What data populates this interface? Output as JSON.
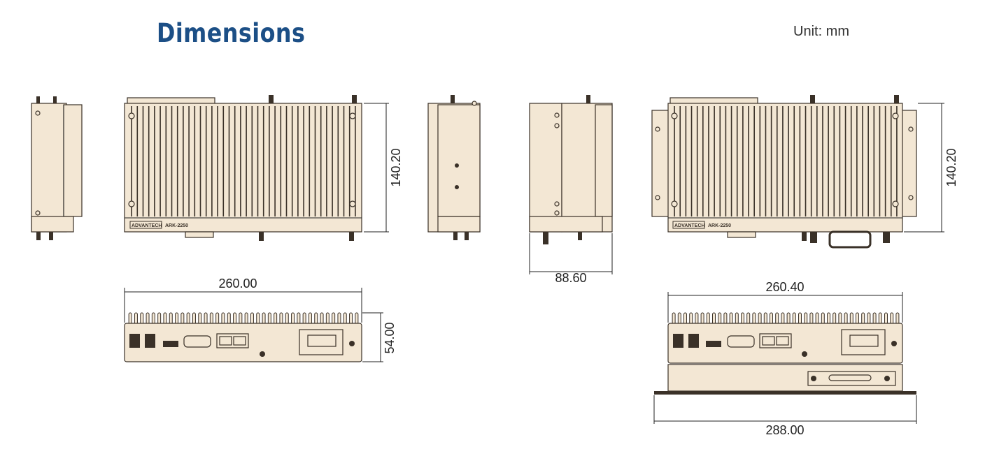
{
  "header": {
    "title": "Dimensions",
    "unit": "Unit: mm"
  },
  "dimensions": {
    "front_height": "140.20",
    "bracket_front_height": "140.20",
    "rear_width": "260.00",
    "rear_height": "54.00",
    "side_depth": "88.60",
    "bracket_rear_width": "260.40",
    "bracket_overall_width": "288.00"
  },
  "logo": {
    "brand": "ADVANTECH",
    "model": "ARK-2250"
  },
  "colors": {
    "title": "#1c4f86",
    "body": "#f3e7d4",
    "outline": "#3a3128"
  }
}
